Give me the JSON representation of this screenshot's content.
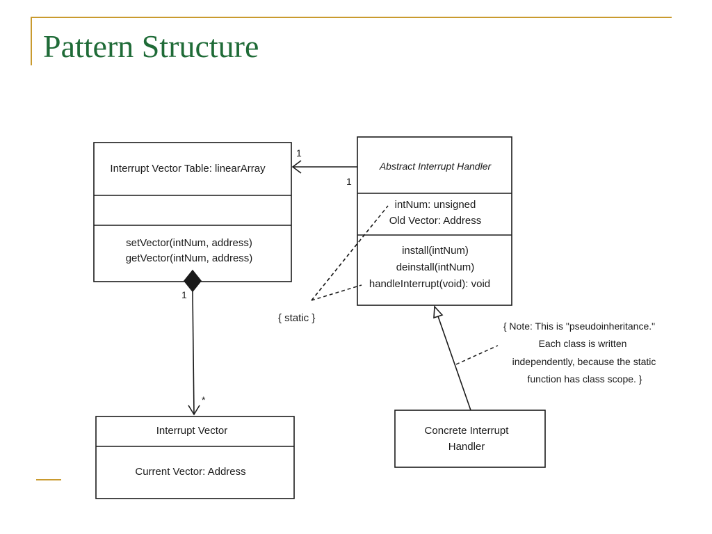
{
  "title": "Pattern Structure",
  "colors": {
    "title": "#1f6b37",
    "accent_rule": "#c99a2e",
    "ink": "#1a1a1a"
  },
  "diagram": {
    "vector_table": {
      "name": "Interrupt Vector Table: linearArray",
      "operations": [
        "setVector(intNum, address)",
        "getVector(intNum, address)"
      ]
    },
    "abstract_handler": {
      "name": "Abstract Interrupt Handler",
      "attributes": [
        "intNum: unsigned",
        "Old Vector: Address"
      ],
      "operations": [
        "install(intNum)",
        "deinstall(intNum)",
        "handleInterrupt(void): void"
      ]
    },
    "interrupt_vector": {
      "name": "Interrupt Vector",
      "attributes": [
        "Current Vector: Address"
      ]
    },
    "concrete_handler": {
      "name_lines": [
        "Concrete Interrupt",
        "Handler"
      ]
    },
    "multiplicity": {
      "table_end": "1",
      "handler_end": "1",
      "composite_end": "1",
      "vector_end": "*"
    },
    "static_label": "{ static }",
    "note_lines": [
      "{ Note: This is \"pseudoinheritance.\"",
      "Each class is written",
      "independently, because the static",
      "function has class scope. }"
    ]
  }
}
